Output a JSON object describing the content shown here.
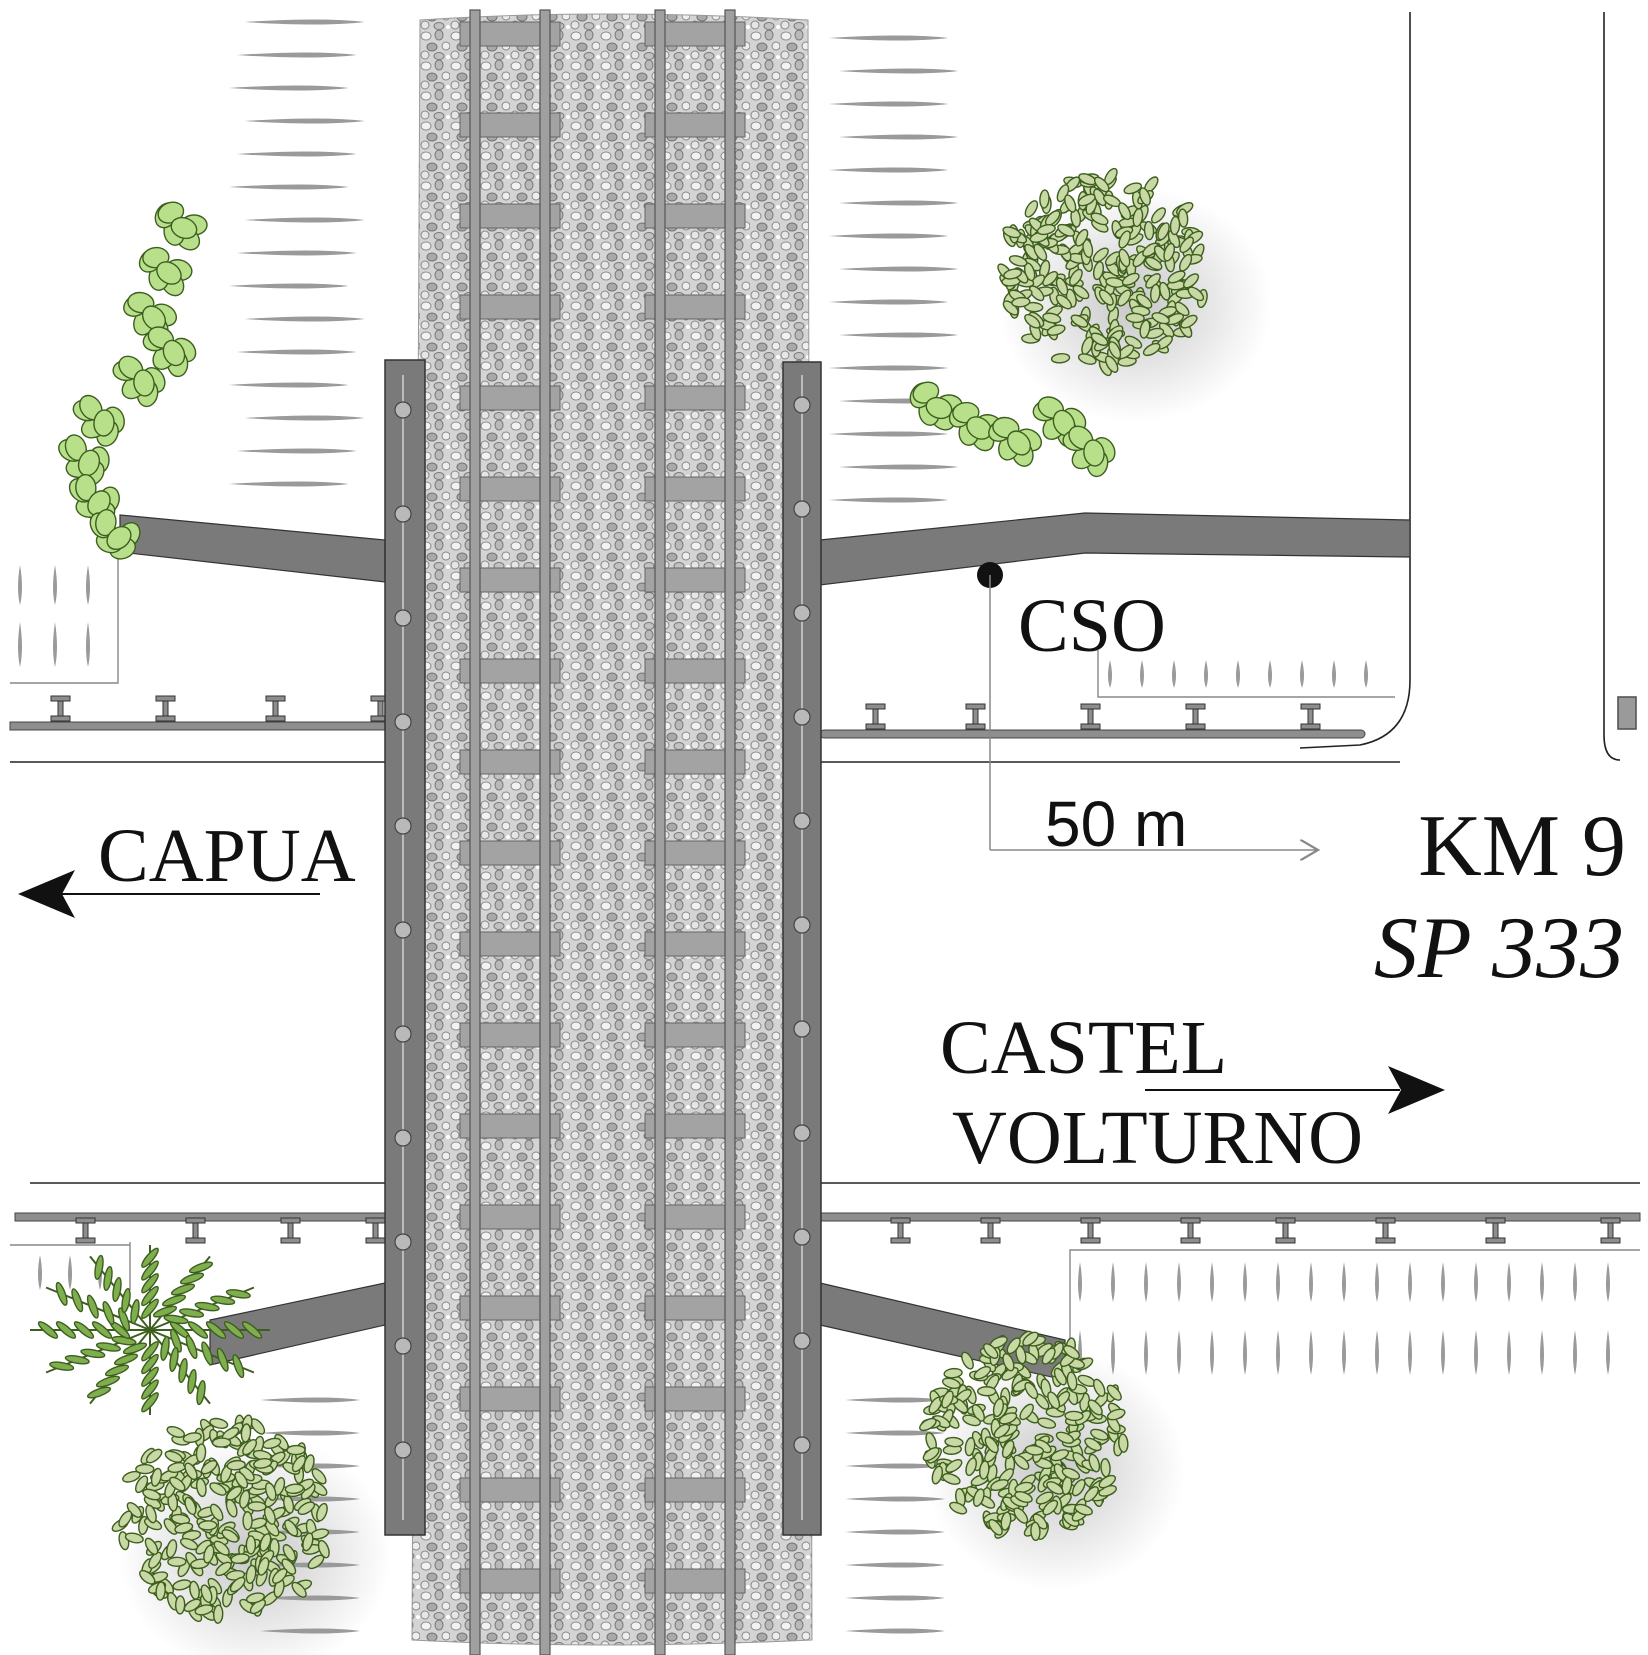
{
  "labels": {
    "cso": "CSO",
    "distance": "50 m",
    "capua": "CAPUA",
    "km": "KM 9",
    "road": "SP 333",
    "castel": "CASTEL",
    "volturno": "VOLTURNO"
  },
  "colors": {
    "ballast": "#c8c8c8",
    "sleeper": "#a3a3a3",
    "rail": "#8a8a8a",
    "abutment": "#7a7a7a",
    "abutment_edge": "#3a3a3a",
    "foliage_light": "#b8e08a",
    "foliage_olive": "#c9d9a6",
    "foliage_dark": "#7fae4e",
    "ink": "#111111",
    "grass_mark": "#9a9a9a"
  },
  "icons": {
    "arrow_capua": "arrow-left-icon",
    "arrow_castel": "arrow-right-icon",
    "arrow_distance": "arrow-right-outline-icon"
  }
}
